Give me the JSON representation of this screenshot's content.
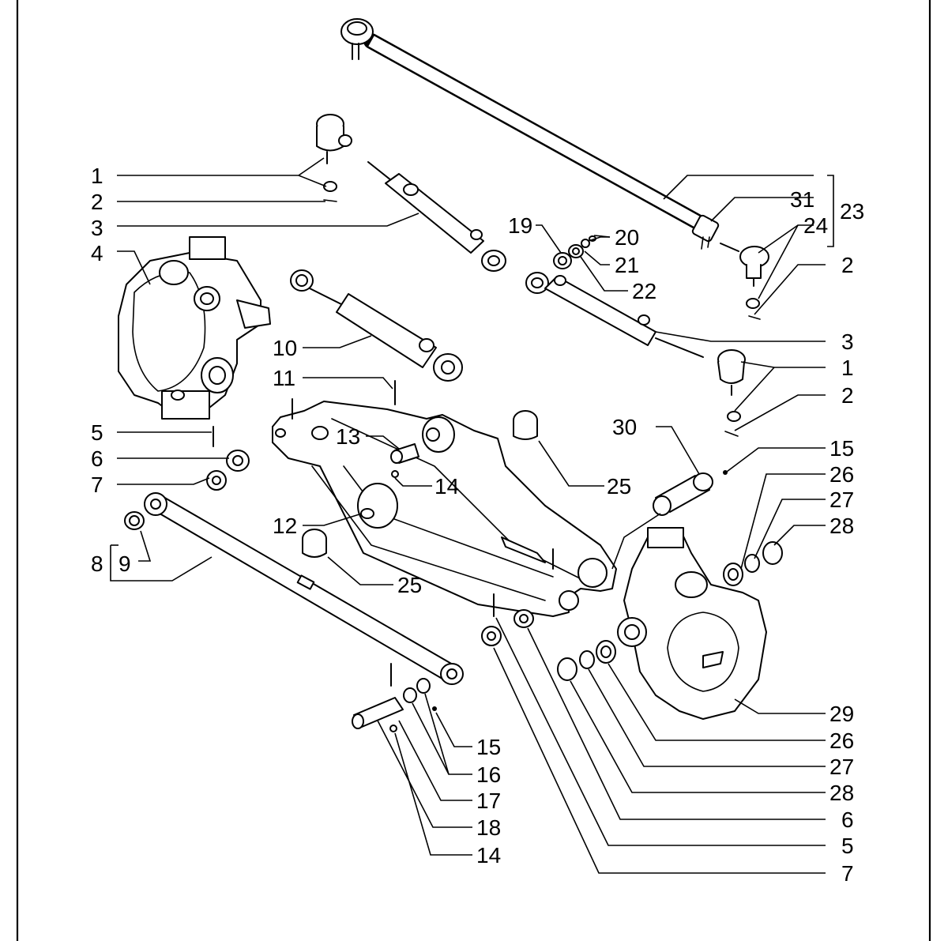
{
  "diagram": {
    "type": "exploded parts diagram",
    "callouts": {
      "c1a": "1",
      "c2a": "2",
      "c3a": "3",
      "c4": "4",
      "c5a": "5",
      "c6a": "6",
      "c7a": "7",
      "c8": "8",
      "c9": "9",
      "c10": "10",
      "c11": "11",
      "c12": "12",
      "c13": "13",
      "c14a": "14",
      "c25a": "25",
      "c25b": "25",
      "c19": "19",
      "c20": "20",
      "c21": "21",
      "c22": "22",
      "c31": "31",
      "c23": "23",
      "c24": "24",
      "c2b": "2",
      "c3b": "3",
      "c1b": "1",
      "c2c": "2",
      "c30": "30",
      "c15a": "15",
      "c26a": "26",
      "c27a": "27",
      "c28a": "28",
      "c29": "29",
      "c26b": "26",
      "c27b": "27",
      "c28b": "28",
      "c6b": "6",
      "c5b": "5",
      "c7b": "7",
      "c15b": "15",
      "c16": "16",
      "c17": "17",
      "c18": "18",
      "c14b": "14"
    }
  }
}
